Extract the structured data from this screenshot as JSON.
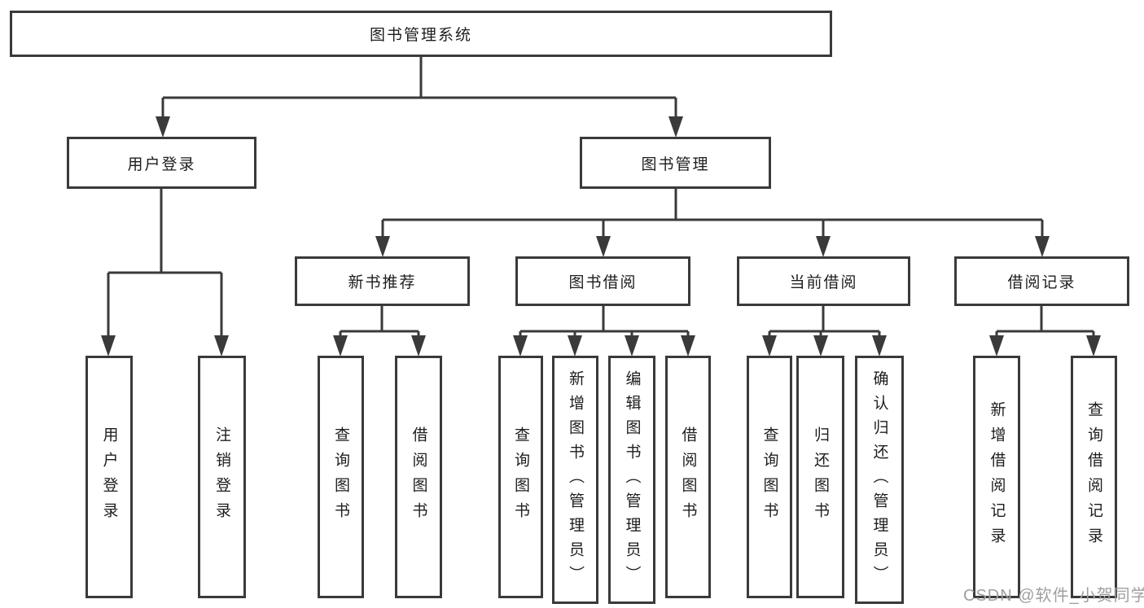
{
  "tree": {
    "label": "图书管理系统",
    "children": [
      {
        "label": "用户登录",
        "children": [
          {
            "label": "用户登录"
          },
          {
            "label": "注销登录"
          }
        ]
      },
      {
        "label": "图书管理",
        "children": [
          {
            "label": "新书推荐",
            "children": [
              {
                "label": "查询图书"
              },
              {
                "label": "借阅图书"
              }
            ]
          },
          {
            "label": "图书借阅",
            "children": [
              {
                "label": "查询图书"
              },
              {
                "label": "新增图书（管理员）"
              },
              {
                "label": "编辑图书（管理员）"
              },
              {
                "label": "借阅图书"
              }
            ]
          },
          {
            "label": "当前借阅",
            "children": [
              {
                "label": "查询图书"
              },
              {
                "label": "归还图书"
              },
              {
                "label": "确认归还（管理员）"
              }
            ]
          },
          {
            "label": "借阅记录",
            "children": [
              {
                "label": "新增借阅记录"
              },
              {
                "label": "查询借阅记录"
              }
            ]
          }
        ]
      }
    ]
  },
  "watermark": "CSDN @软件_小贺同学",
  "colors": {
    "line": "#3a3a3a",
    "text": "#1d1d1f",
    "box_background": "#ffffff",
    "watermark": "#9f9f9f",
    "background": "#ffffff"
  }
}
